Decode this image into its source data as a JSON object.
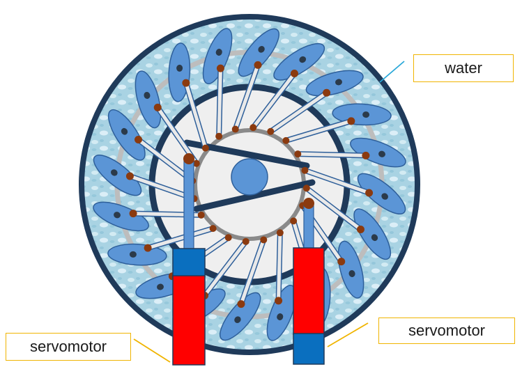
{
  "labels": {
    "water": "water",
    "servomotor_left": "servomotor",
    "servomotor_right": "servomotor"
  },
  "colors": {
    "rim": "#1f3a5a",
    "water": "#a9d3e3",
    "water_highlight": "#e4f4fa",
    "track": "#bdbdbd",
    "blade": "#5b95d6",
    "blade_edge": "#2e5f9a",
    "blade_dot": "#2b3a4a",
    "inner_disc": "#efefef",
    "inner_ring": "#1f3a5a",
    "cam_ring": "#8a8a8a",
    "hub": "#5b95d6",
    "joint": "#8b3a0f",
    "rod_fill": "#e9e9e9",
    "rod_edge": "#2e5f9a",
    "cylinder_red": "#ff0000",
    "cylinder_blue": "#0a6fbf",
    "piston": "#5b95d6",
    "label_border": "#f0b400",
    "leader_water": "#29a8d8",
    "leader_servo": "#f0b400"
  }
}
